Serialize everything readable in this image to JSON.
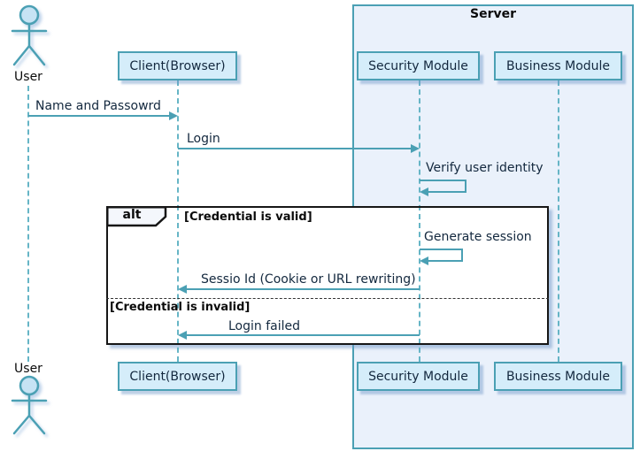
{
  "diagram": {
    "type": "sequence-diagram",
    "boundary": {
      "title": "Server"
    },
    "actor": {
      "label": "User"
    },
    "participants": [
      {
        "label": "Client(Browser)"
      },
      {
        "label": "Security Module"
      },
      {
        "label": "Business Module"
      }
    ],
    "messages": [
      {
        "from": "User",
        "to": "Client(Browser)",
        "label": "Name and Passowrd"
      },
      {
        "from": "Client(Browser)",
        "to": "Security Module",
        "label": "Login"
      },
      {
        "from": "Security Module",
        "to": "Security Module",
        "self": true,
        "label": "Verify user identity"
      },
      {
        "from": "Security Module",
        "to": "Security Module",
        "self": true,
        "label": "Generate session"
      },
      {
        "from": "Security Module",
        "to": "Client(Browser)",
        "label": "Sessio Id (Cookie or URL rewriting)"
      },
      {
        "from": "Security Module",
        "to": "Client(Browser)",
        "label": "Login failed"
      }
    ],
    "alt_frame": {
      "operator": "alt",
      "guard_valid": "[Credential is valid]",
      "guard_invalid": "[Credential is invalid]"
    },
    "colors": {
      "accent_teal": "#4BA0B4",
      "lifeline_teal": "#66B5C6",
      "participant_fill": "#D5EDFA",
      "boundary_fill": "#EAF1FB",
      "actor_head_fill": "#C6E3F4",
      "frame_border": "#161616",
      "text": "#13283E"
    }
  }
}
